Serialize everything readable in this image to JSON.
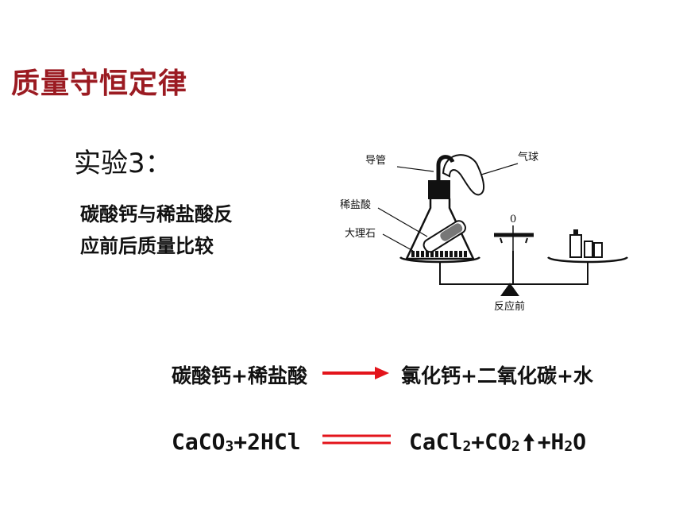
{
  "title": "质量守恒定律",
  "experiment": {
    "heading": "实验3：",
    "desc_line1": "碳酸钙与稀盐酸反",
    "desc_line2": "应前后质量比较"
  },
  "diagram": {
    "label_tube": "导管",
    "label_balloon": "气球",
    "label_acid": "稀盐酸",
    "label_marble": "大理石",
    "label_zero": "0",
    "label_before": "反应前"
  },
  "word_equation": {
    "reactants": "碳酸钙+稀盐酸",
    "products": "氯化钙+二氧化碳+水"
  },
  "chem_equation": {
    "r1": "CaCO",
    "r1_sub": "3",
    "r2": "+2HCl",
    "p1": "CaCl",
    "p1_sub": "2",
    "p2": "+CO",
    "p2_sub": "2",
    "p3": "+H",
    "p3_sub": "2",
    "p3_tail": "O"
  },
  "colors": {
    "title": "#9b1b22",
    "arrow": "#e3141b"
  }
}
